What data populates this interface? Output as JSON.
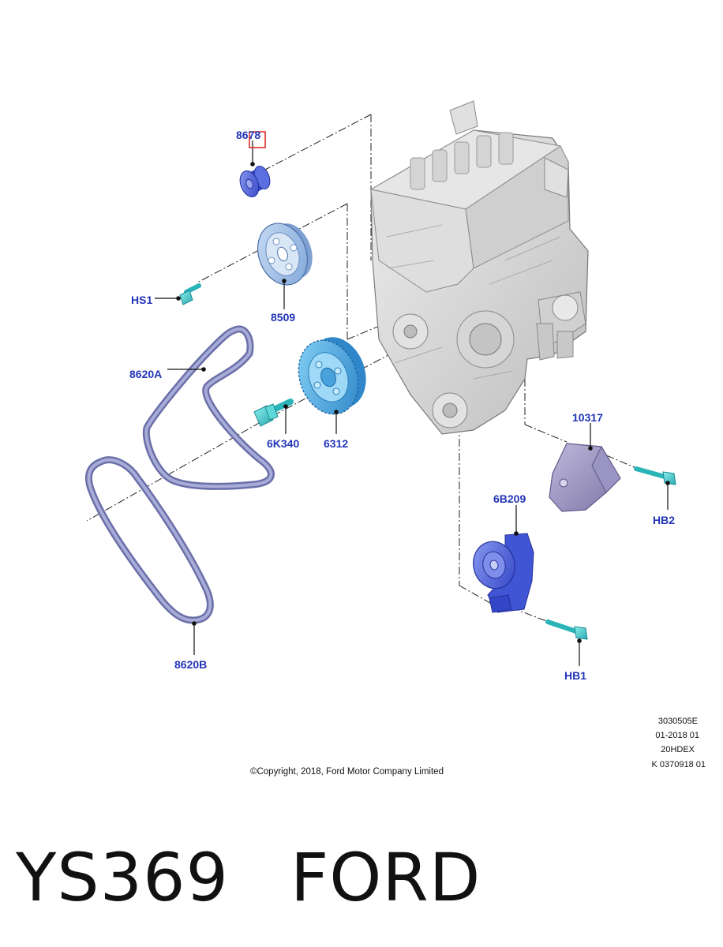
{
  "diagram": {
    "labels": {
      "pulley_top": "8678",
      "hs1": "HS1",
      "pulley_8509": "8509",
      "belt_a": "8620A",
      "bolt_6k340": "6K340",
      "damper_6312": "6312",
      "bracket_10317": "10317",
      "hb2": "HB2",
      "tensioner_6b209": "6B209",
      "belt_b": "8620B",
      "hb1": "HB1"
    },
    "reference": {
      "line1": "3030505E",
      "line2": "01-2018 01",
      "line3": "20HDEX",
      "line4": "K 0370918 01"
    },
    "copyright": "©Copyright, 2018, Ford Motor Company Limited"
  },
  "caption": {
    "part_number": "YS369",
    "brand": "FORD"
  },
  "colors": {
    "label_blue": "#2335b8",
    "belt": "#8a8fc4",
    "pulley_blue": "#4e62d8",
    "bolt_teal": "#3ec8c8",
    "damper_blue": "#44a6e0",
    "engine_gray": "#d9d9d9",
    "highlight_red": "#e0201c"
  },
  "icons": [
    "engine-block",
    "idler-pulley",
    "crank-pulley",
    "vibration-damper",
    "drive-belt",
    "bolt",
    "belt-tensioner",
    "bracket"
  ]
}
